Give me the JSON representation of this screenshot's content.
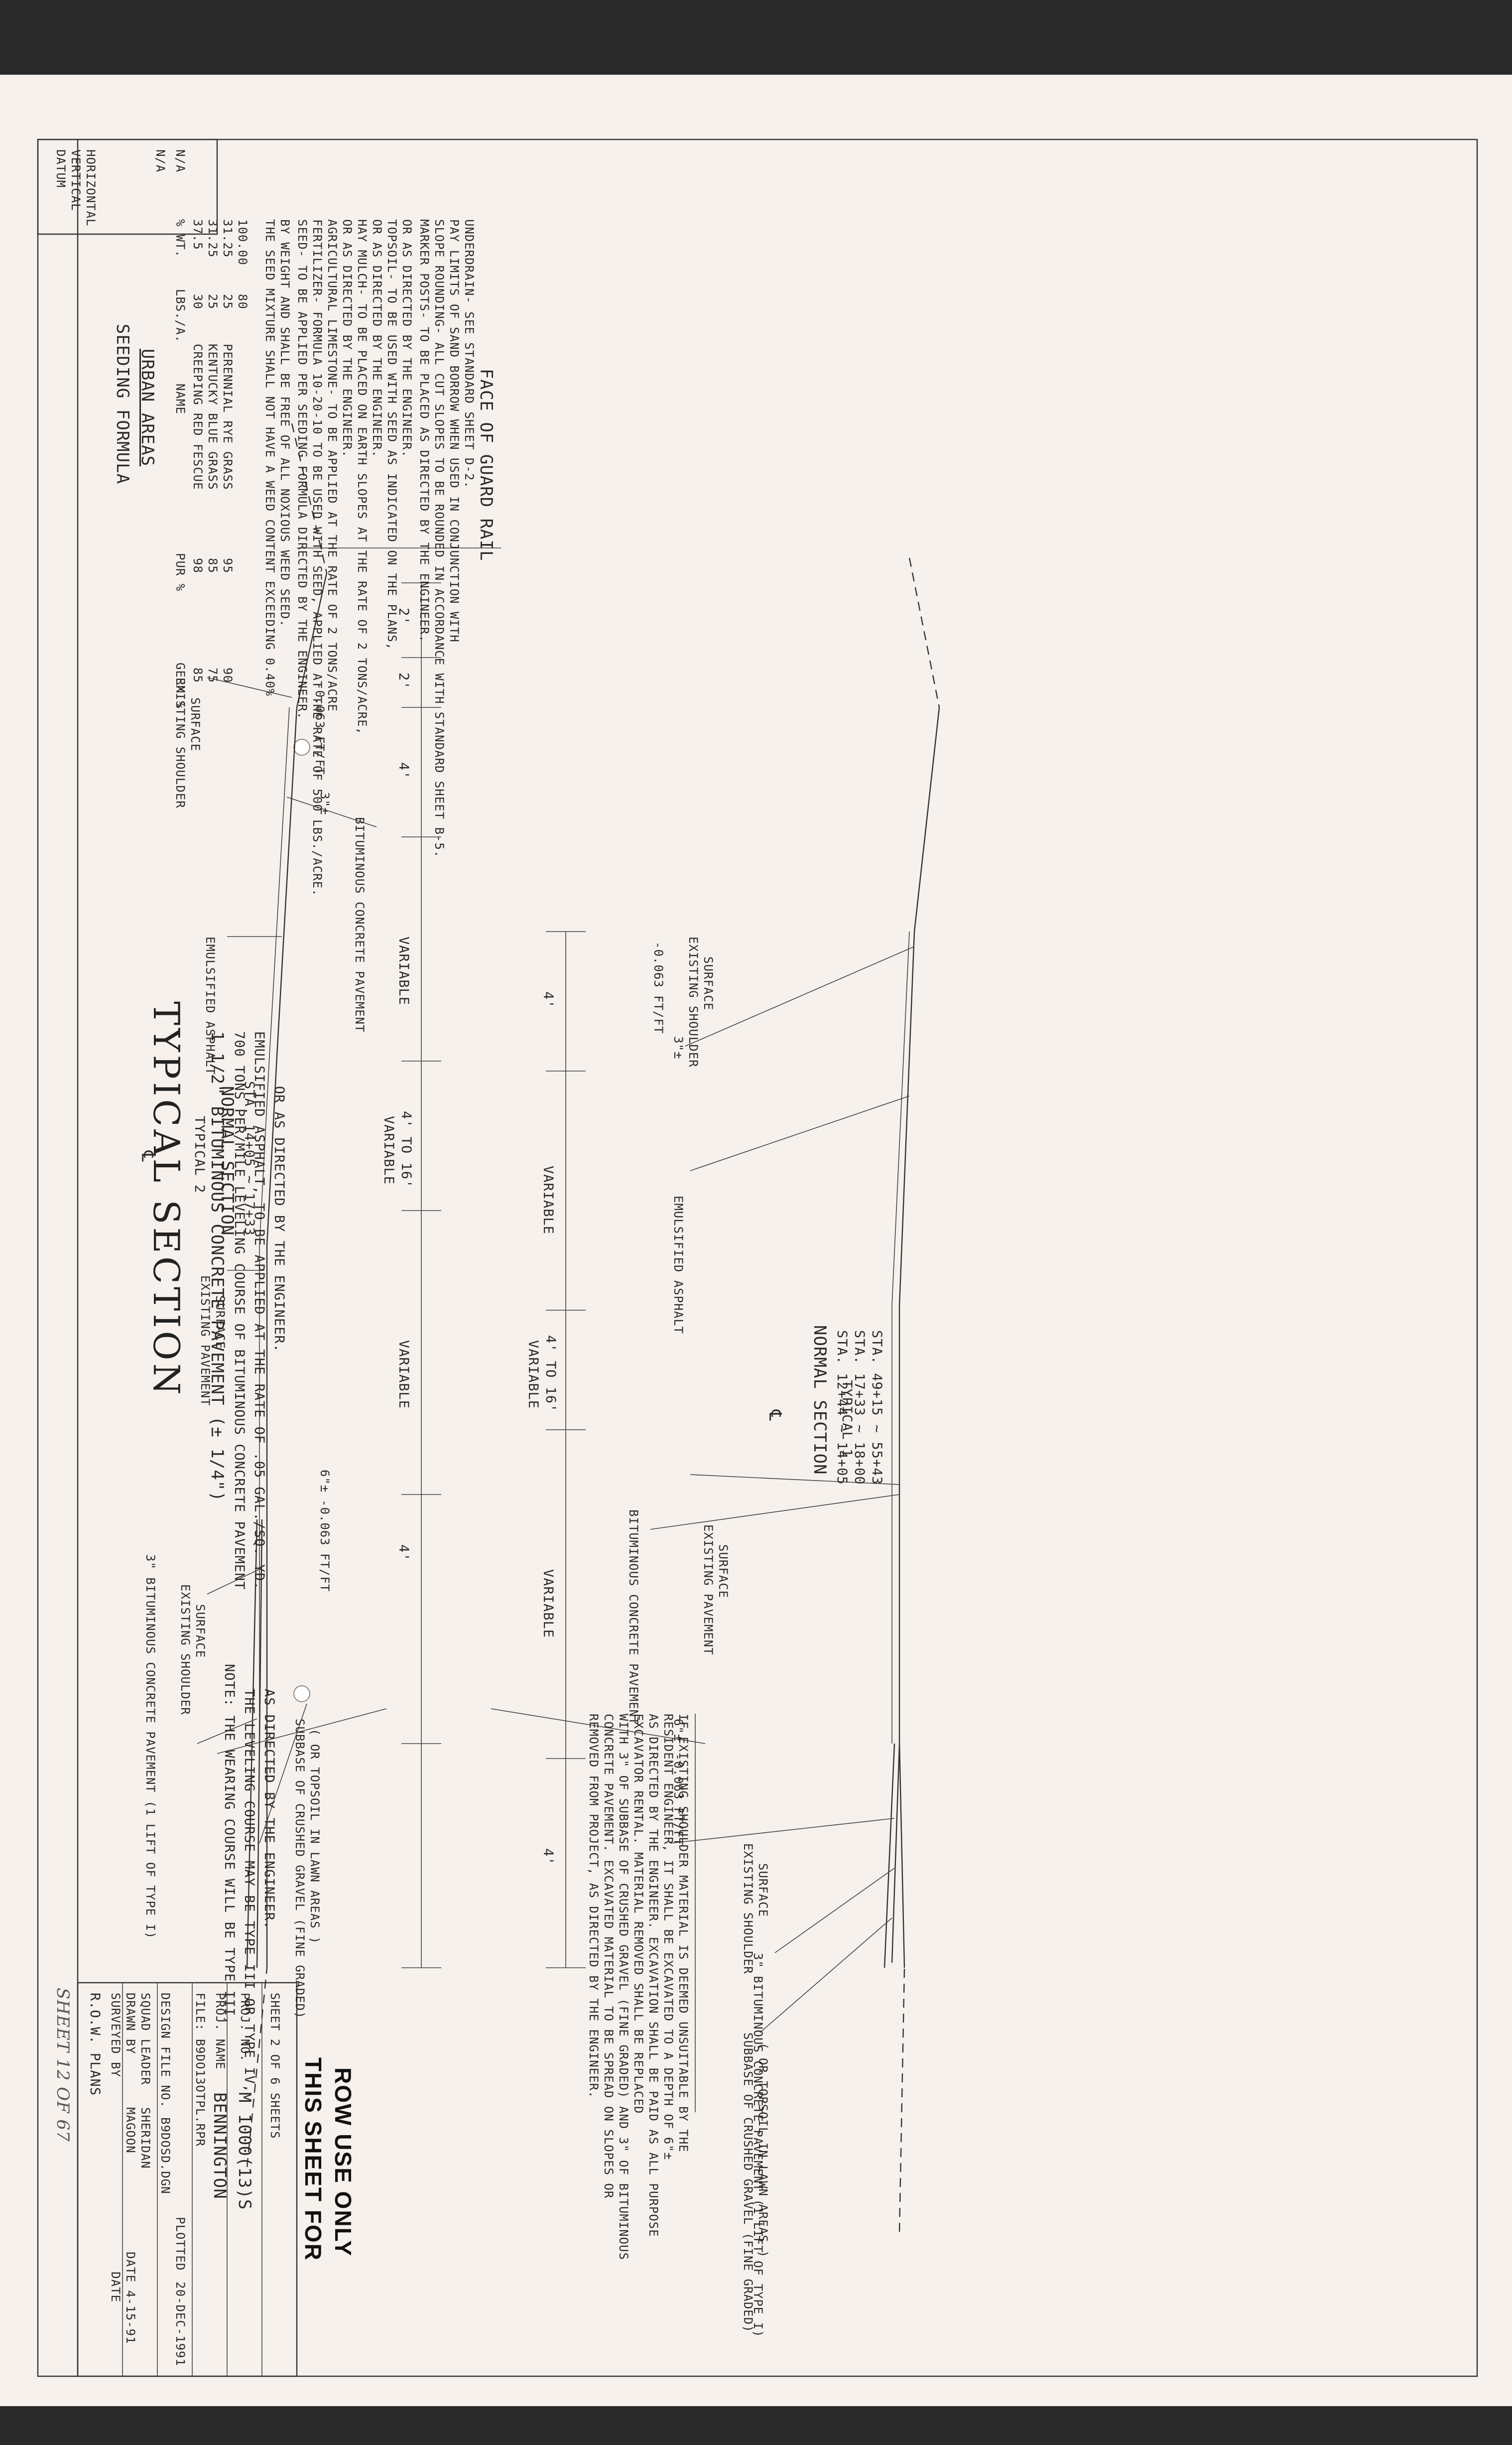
{
  "title": "TYPICAL SECTION",
  "pavement_notes": [
    "1 1/2\" BITUMINOUS CONCRETE PAVEMENT (± 1/4\")",
    "700 TONS PER/MILE LEVELING COURSE OF BITUMINOUS CONCRETE PAVEMENT",
    "EMULSIFIED ASPHALT, TO BE APPLIED AT THE RATE OF .05 GAL./SQ. YD.",
    "OR AS DIRECTED BY THE ENGINEER."
  ],
  "wearing_note": [
    "NOTE: THE WEARING COURSE WILL BE TYPE III.",
    "THE LEVELING COURSE MAY BE TYPE III OR TYPE IV,",
    "AS DIRECTED BY THE ENGINEER."
  ],
  "seeding": {
    "title": "SEEDING FORMULA",
    "subtitle": "URBAN AREAS",
    "headers": [
      "% WT.",
      "LBS./A.",
      "NAME",
      "PUR %",
      "GERM %"
    ],
    "rows": [
      [
        "37.5",
        "30",
        "CREEPING RED FESCUE",
        "98",
        "85"
      ],
      [
        "31.25",
        "25",
        "KENTUCKY BLUE GRASS",
        "85",
        "75"
      ],
      [
        "31.25",
        "25",
        "PERENNIAL RYE GRASS",
        "95",
        "90"
      ],
      [
        "100.00",
        "80",
        "",
        "",
        ""
      ]
    ],
    "notes": [
      "THE SEED MIXTURE SHALL NOT HAVE A WEED CONTENT EXCEEDING 0.40%",
      "BY WEIGHT AND SHALL BE FREE OF ALL NOXIOUS WEED SEED.",
      "SEED- TO BE APPLIED PER SEEDING FORMULA DIRECTED BY THE ENGINEER.",
      "FERTILIZER- FORMULA 10-20-10 TO BE USED WITH SEED, APPLIED AT THE RATE OF 500 LBS./ACRE.",
      "AGRICULTURAL LIMESTONE- TO BE APPLIED AT THE RATE OF 2 TONS/ACRE",
      "OR AS DIRECTED BY THE ENGINEER.",
      "HAY MULCH- TO BE PLACED ON EARTH SLOPES AT THE RATE OF 2 TONS/ACRE,",
      "OR AS DIRECTED BY THE ENGINEER.",
      "TOPSOIL- TO BE USED WITH SEED AS INDICATED ON THE PLANS,",
      "OR AS DIRECTED BY THE ENGINEER.",
      "MARKER POSTS- TO BE PLACED AS DIRECTED BY THE ENGINEER.",
      "SLOPE ROUNDING- ALL CUT SLOPES TO BE ROUNDED IN ACCORDANCE WITH STANDARD SHEET B-5.",
      "PAY LIMITS OF SAND BORROW WHEN USED IN CONJUNCTION WITH",
      "UNDERDRAIN- SEE STANDARD SHEET D-2."
    ]
  },
  "datum": {
    "label": "DATUM",
    "vertical_label": "VERTICAL",
    "vertical_value": "N/A",
    "horizontal_label": "HORIZONTAL",
    "horizontal_value": "N/A"
  },
  "typical1": {
    "dims": [
      "4'",
      "VARIABLE",
      "VARIABLE",
      "4' TO 16'",
      "VARIABLE",
      "4'"
    ],
    "slope_left": "-0.063 FT/FT",
    "slope_right": "-0.063 FT/FT",
    "depth_left": "3\"±",
    "depth_right": "6\"±",
    "labels": {
      "existing_shoulder_left": [
        "EXISTING SHOULDER",
        "SURFACE"
      ],
      "emulsified": "EMULSIFIED ASPHALT",
      "bituminous": "BITUMINOUS CONCRETE PAVEMENT",
      "existing_pavement": [
        "EXISTING PAVEMENT",
        "SURFACE"
      ],
      "existing_shoulder_right": [
        "EXISTING SHOULDER",
        "SURFACE"
      ],
      "three_inch": "3\" BITUMINOUS CONCRETE PAVEMENT (1 LIFT OF TYPE I)",
      "subbase": [
        "SUBBASE OF CRUSHED GRAVEL (FINE GRADED)",
        "( OR TOPSOIL IN LAWN AREAS )"
      ]
    },
    "cl": "℄",
    "name": "TYPICAL 1",
    "section": "NORMAL SECTION",
    "stations": [
      "STA. 12+44 ~ 14+05",
      "STA. 17+33 ~ 18+00",
      "STA. 49+15 ~ 55+43"
    ]
  },
  "typical2": {
    "dims": [
      "2'",
      "2'",
      "4'",
      "VARIABLE",
      "VARIABLE",
      "4' TO 16'",
      "VARIABLE",
      "4'"
    ],
    "guard_rail": "FACE OF GUARD RAIL",
    "slope_left": "-0.063 FT/FT",
    "slope_right": "-0.063 FT/FT",
    "depth_left": "3\"±",
    "depth_right": "6\"±",
    "labels": {
      "existing_shoulder_left": [
        "EXISTING SHOULDER",
        "SURFACE"
      ],
      "bituminous": "BITUMINOUS CONCRETE PAVEMENT",
      "emulsified": "EMULSIFIED ASPHALT",
      "existing_pavement": [
        "EXISTING PAVEMENT",
        "SURFACE"
      ],
      "existing_shoulder_right": [
        "EXISTING SHOULDER",
        "SURFACE"
      ],
      "three_inch": "3\" BITUMINOUS CONCRETE PAVEMENT (1 LIFT OF TYPE I)",
      "subbase": [
        "SUBBASE OF CRUSHED GRAVEL (FINE GRADED)",
        "( OR TOPSOIL IN LAWN AREAS )"
      ]
    },
    "cl": "℄",
    "name": "TYPICAL 2",
    "section": "NORMAL SECTION",
    "stations": [
      "STA. 14+05 ~ 17+33"
    ]
  },
  "shoulder_note": [
    "IF EXISTING SHOULDER MATERIAL IS DEEMED UNSUITABLE BY THE",
    "RESIDENT ENGINEER, IT SHALL BE EXCAVATED TO A DEPTH OF 6\"±",
    "AS DIRECTED BY THE ENGINEER. EXCAVATION SHALL BE PAID AS ALL PURPOSE",
    "EXCAVATOR RENTAL. MATERIAL REMOVED SHALL BE REPLACED",
    "WITH 3\" OF SUBBASE OF CRUSHED GRAVEL (FINE GRADED) AND 3\" OF BITUMINOUS",
    "CONCRETE PAVEMENT. EXCAVATED MATERIAL TO BE SPREAD ON SLOPES OR",
    "REMOVED FROM PROJECT, AS DIRECTED BY THE ENGINEER."
  ],
  "row_stamp": [
    "THIS SHEET FOR",
    "ROW USE ONLY"
  ],
  "title_block": {
    "heading": "R.O.W. PLANS",
    "surveyed_by": "SURVEYED BY",
    "drawn_by": "DRAWN BY",
    "drawn_name": "MAGOON",
    "squad_leader": "SQUAD LEADER",
    "squad_name": "SHERIDAN",
    "date_label": "DATE",
    "date_value": "DATE 4-15-91",
    "design_file_label": "DESIGN FILE NO.",
    "design_file": "B9DOSD.DGN",
    "plot_label": "PLOTTED",
    "plot_value": "20-DEC-1991",
    "file_line": "FILE: B9DO13OTPL.RPR",
    "proj_name_label": "PROJ. NAME",
    "proj_name": "BENNINGTON",
    "proj_no_label": "PROJ. NO.",
    "proj_no": "M 1000(13)S",
    "sheet_line": "SHEET 2 OF 6 SHEETS"
  },
  "sheet_number": "SHEET 12 OF 67"
}
